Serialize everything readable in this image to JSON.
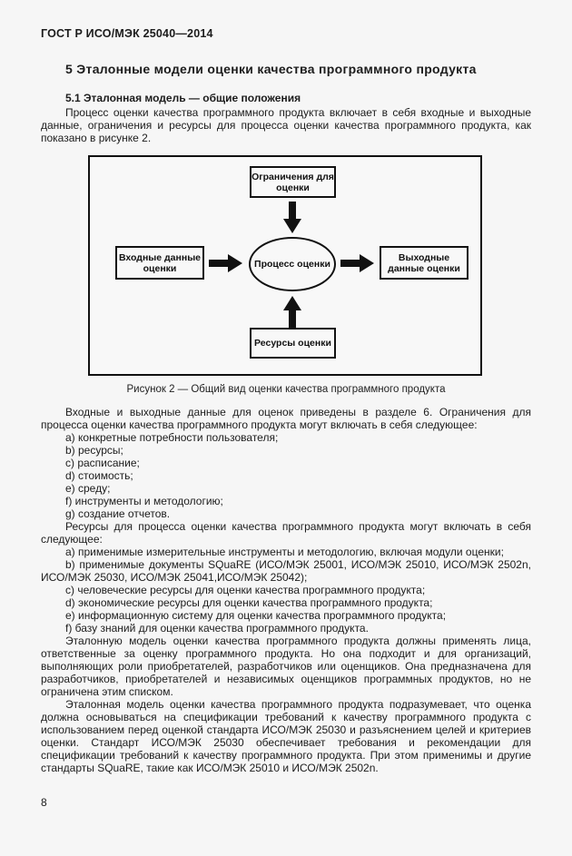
{
  "colors": {
    "text": "#1c1c1c",
    "background": "#f6f6f6",
    "diagram_stroke": "#111111"
  },
  "header": {
    "title": "ГОСТ Р ИСО/МЭК 25040—2014"
  },
  "section": {
    "title": "5 Эталонные модели оценки качества программного продукта",
    "subsection": "5.1 Эталонная модель — общие положения"
  },
  "paragraphs": {
    "intro": "Процесс оценки качества программного продукта включает в себя входные и выходные данные, ограничения и ресурсы для процесса оценки качества программного продукта, как показано в рисунке 2.",
    "io_intro": "Входные и выходные данные для оценок приведены в разделе 6. Ограничения для процесса оценки качества программного продукта могут включать в себя следующее:",
    "resources_intro": "Ресурсы для процесса оценки качества программного продукта могут включать в себя следующее:",
    "closing_1": "Эталонную модель оценки качества программного продукта должны применять лица, ответственные за оценку программного продукта. Но она подходит и для организаций, выполняющих роли приобретателей, разработчиков или оценщиков. Она предназначена для разработчиков, приобретателей и независимых оценщиков программных продуктов, но не ограничена этим списком.",
    "closing_2": "Эталонная модель оценки качества программного продукта подразумевает, что оценка должна основываться на спецификации требований к качеству программного продукта с использованием перед оценкой стандарта ИСО/МЭК 25030 и разъяснением целей и критериев оценки. Стандарт ИСО/МЭК 25030 обеспечивает требования и рекомендации для спецификации требований к качеству программного продукта. При этом применимы и другие стандарты SQuaRE, такие как ИСО/МЭК 25010 и ИСО/МЭК 2502n."
  },
  "lists": {
    "constraints_items": [
      "a) конкретные потребности пользователя;",
      "b) ресурсы;",
      "c) расписание;",
      "d) стоимость;",
      "e) среду;",
      "f) инструменты и методологию;",
      "g) создание отчетов."
    ],
    "resources_items": [
      "a) применимые измерительные инструменты и методологию, включая модули оценки;",
      "b) применимые документы SQuaRE (ИСО/МЭК 25001, ИСО/МЭК 25010, ИСО/МЭК 2502n, ИСО/МЭК 25030, ИСО/МЭК 25041,ИСО/МЭК 25042);",
      "c) человеческие ресурсы для оценки качества программного продукта;",
      "d) экономические ресурсы для оценки качества программного продукта;",
      "e) информационную систему для оценки качества программного продукта;",
      "f) базу знаний для оценки качества программного продукта."
    ]
  },
  "figure": {
    "caption": "Рисунок 2 — Общий вид оценки качества программного продукта",
    "nodes": {
      "constraints": "Ограничения для оценки",
      "inputs": "Входные данные оценки",
      "process": "Процесс оценки",
      "outputs": "Выходные данные оценки",
      "resources": "Ресурсы оценки"
    }
  },
  "page": {
    "number": "8"
  }
}
